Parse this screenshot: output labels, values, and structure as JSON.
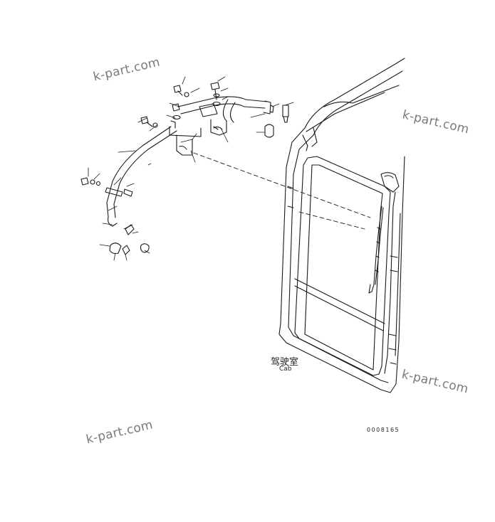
{
  "watermarks": [
    "k-part.com",
    "k-part.com",
    "k-part.com",
    "k-part.com"
  ],
  "labels": {
    "cab_cn": "驾驶室",
    "cab_en": "Cab",
    "figure_code": "0008165"
  },
  "colors": {
    "line": "#1a1a1a",
    "watermark": "#7a7a7a"
  }
}
